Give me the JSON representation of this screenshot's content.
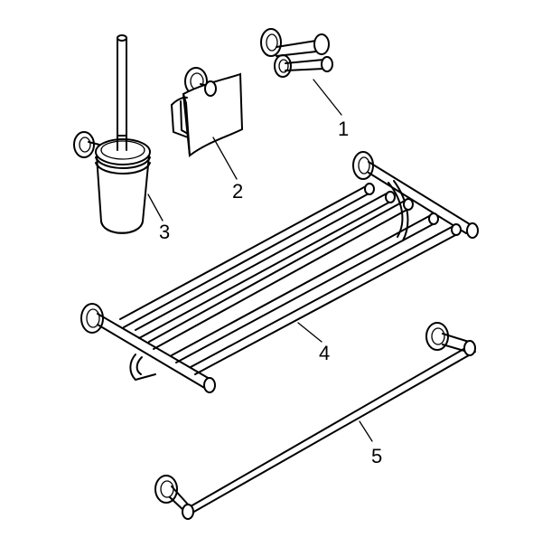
{
  "callouts": {
    "item1": "1",
    "item2": "2",
    "item3": "3",
    "item4": "4",
    "item5": "5"
  },
  "colors": {
    "line": "#000000",
    "background": "#ffffff"
  }
}
